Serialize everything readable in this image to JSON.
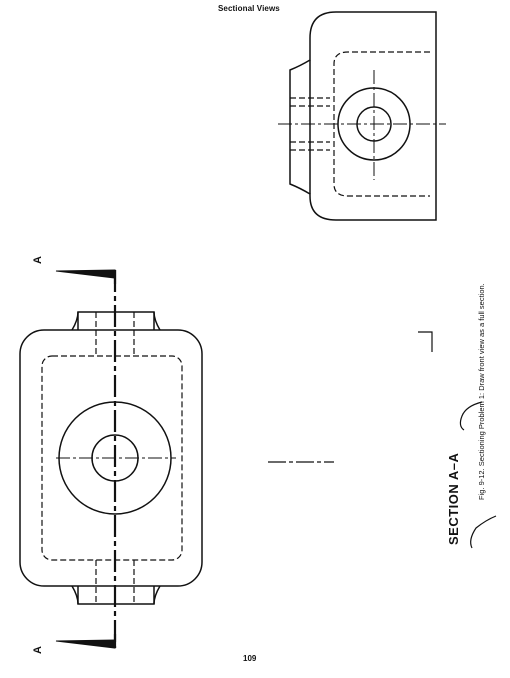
{
  "header": {
    "title": "Sectional Views"
  },
  "page_number": "109",
  "labels": {
    "cutting_plane_top": "A",
    "cutting_plane_bottom": "A",
    "section_title": "SECTION  A–A",
    "figure_caption": "Fig. 9-12. Sectioning Problem 1: Draw front view as a full section."
  }
}
